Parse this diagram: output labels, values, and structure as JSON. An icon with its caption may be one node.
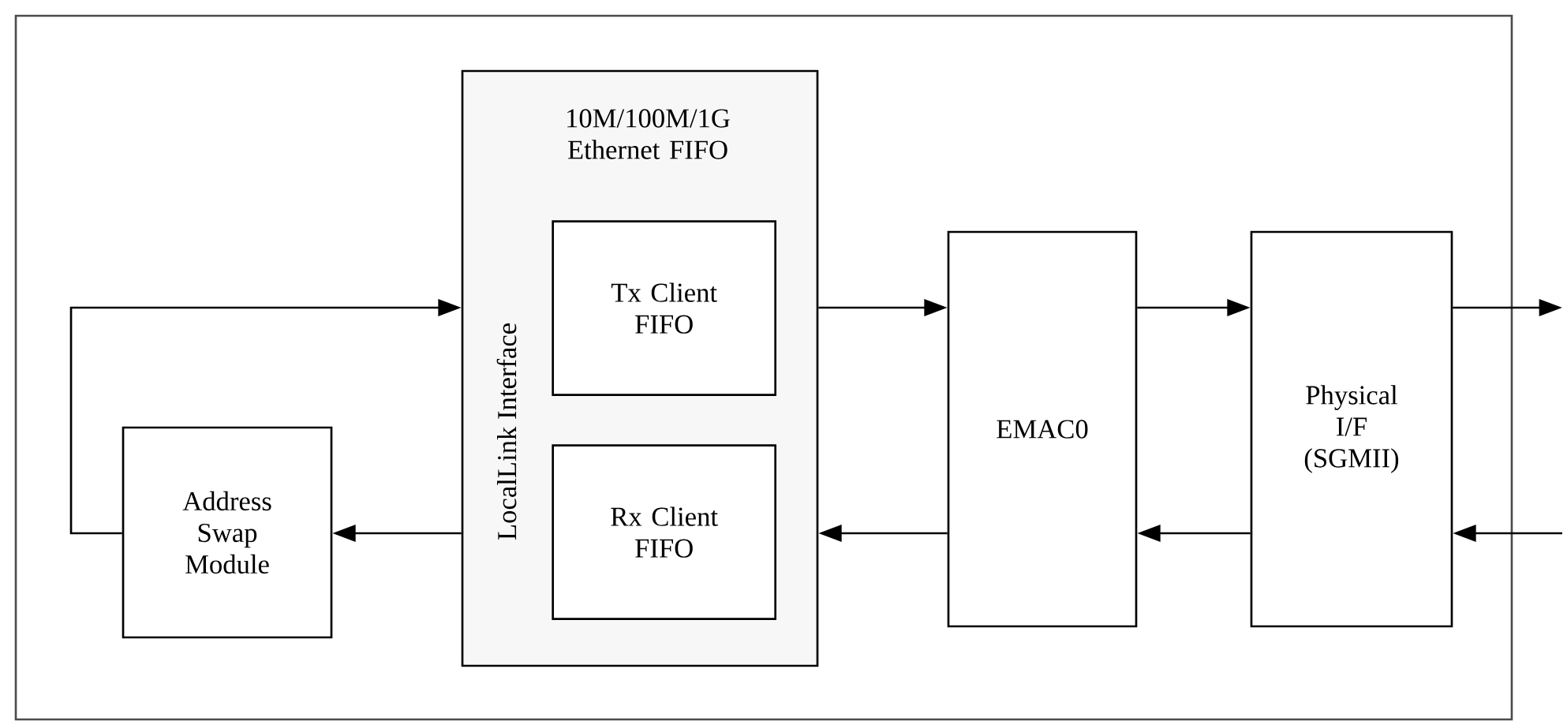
{
  "diagram": {
    "nodes": [
      {
        "text": [
          "10M/100M/1G Ethernet FIFO",
          "LocalLink Interface"
        ]
      },
      {
        "text": [
          "Tx Client FIFO"
        ],
        "in": 0
      },
      {
        "text": [
          "Rx Client FIFO"
        ],
        "in": 0
      },
      {
        "text": [
          "Address Swap Module"
        ]
      },
      {
        "text": [
          "EMAC0"
        ]
      },
      {
        "text": [
          "Physical I/F (SGMII)"
        ]
      }
    ],
    "edges": [
      {
        "from": 3,
        "to": 0,
        "arrow": "to"
      },
      {
        "from": 0,
        "to": 3,
        "arrow": "to"
      },
      {
        "from": 0,
        "to": 4,
        "arrow": "to"
      },
      {
        "from": 4,
        "to": 0,
        "arrow": "to"
      },
      {
        "from": 4,
        "to": 5,
        "arrow": "to"
      },
      {
        "from": 5,
        "to": 4,
        "arrow": "to"
      },
      {
        "from": 5,
        "to": null,
        "arrow": "to"
      },
      {
        "from": null,
        "to": 5,
        "arrow": "to"
      }
    ]
  }
}
